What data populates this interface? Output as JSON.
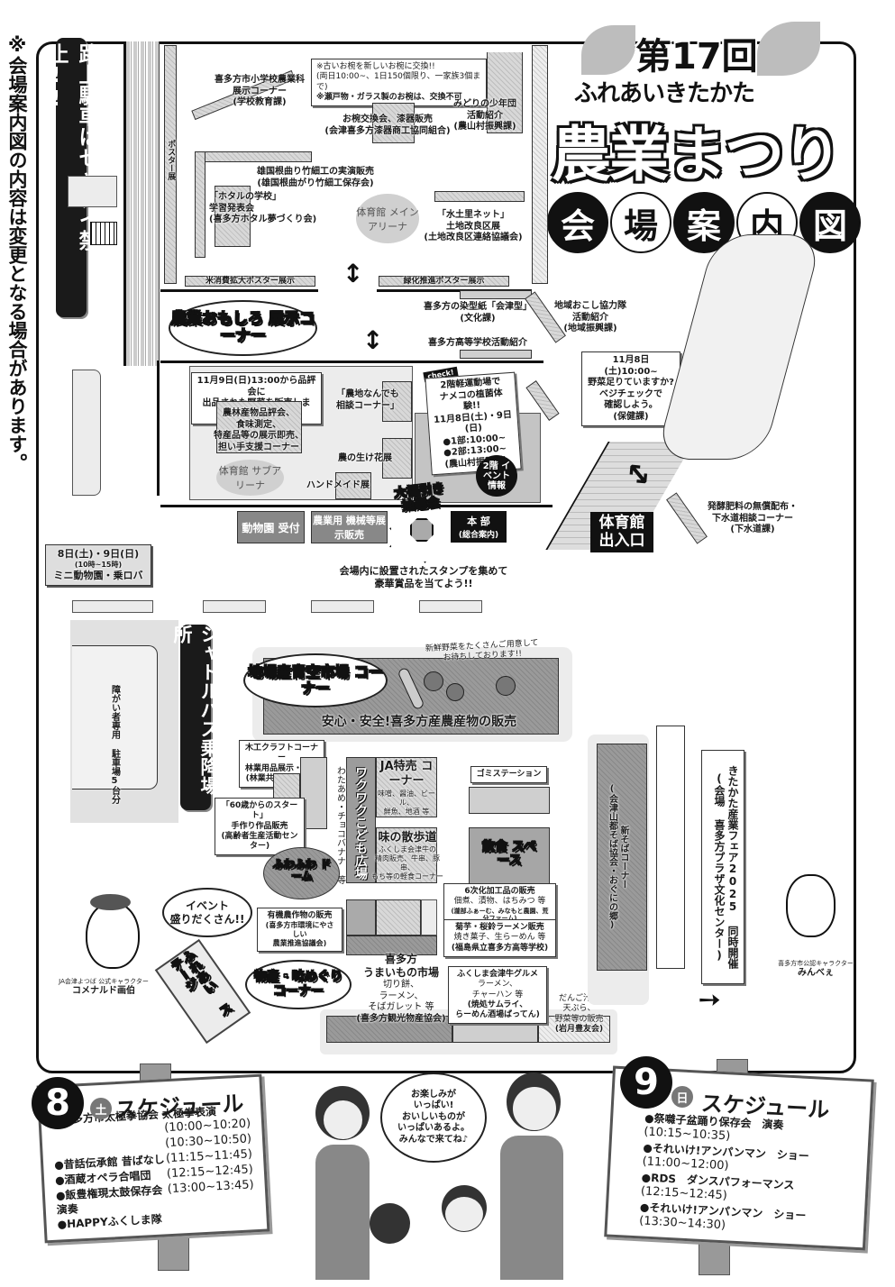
{
  "notice": "※会場案内図の内容は変更となる場合があります。",
  "no_parking": "路上駐車はゼッタイ禁止!!",
  "title": {
    "edition": "第17回",
    "subtitle": "ふれあいきたかた",
    "main": "農業まつり",
    "map_chars": [
      "会",
      "場",
      "案",
      "内",
      "図"
    ]
  },
  "main_arena": {
    "label": "体育館 メイン アリーナ",
    "poster_side": "ポスター展",
    "booths": [
      {
        "name": "school_agri",
        "lines": [
          "喜多方市小学校農業科",
          "展示コーナー",
          "(学校教育課)"
        ]
      },
      {
        "name": "bowl_exchange",
        "lines": [
          "お椀交換会、漆器販売",
          "(会津喜多方漆器商工協同組合)"
        ]
      },
      {
        "name": "midori",
        "lines": [
          "みどりの少年団",
          "活動紹介",
          "(農山村振興課)"
        ]
      },
      {
        "name": "bamboo",
        "lines": [
          "雄国根曲り竹細工の実演販売",
          "(雄国根曲がり竹細工保存会)"
        ]
      },
      {
        "name": "firefly",
        "lines": [
          "「ホタルの学校」",
          "学習発表会",
          "(喜多方ホタル夢づくり会)"
        ]
      },
      {
        "name": "water",
        "lines": [
          "「水土里ネット」",
          "土地改良区展",
          "(土地改良区連絡協議会)"
        ]
      }
    ],
    "bowl_note": [
      "※古いお椀を新しいお椀に交換!!",
      "(両日10:00~、1日150個限り、一家族3個まで)",
      "※瀬戸物・ガラス製のお椀は、交換不可"
    ],
    "rice_poster": "米消費拡大ポスター展示",
    "green_poster": "緑化推進ポスター展示"
  },
  "corridor": {
    "title": "農業おもしろ 展示コーナー",
    "dye": [
      "喜多方の染型紙「会津型」",
      "(文化課)"
    ],
    "highschool": "喜多方高等学校活動紹介",
    "regional": [
      "地域おこし協力隊",
      "活動紹介",
      "(地域振興課)"
    ]
  },
  "sub_arena": {
    "label": "体育館 サブアリーナ",
    "note": [
      "11月9日(日)13:00から品評会に",
      "出品された野菜を販売します。"
    ],
    "produce": [
      "農林産物品評会、",
      "食味測定、",
      "特産品等の展示即売、",
      "担い手支援コーナー"
    ],
    "consult": [
      "「農地なんでも",
      "相談コーナー」"
    ],
    "ikebana": "農の生け花展",
    "handmade": "ハンドメイド展"
  },
  "check_box": {
    "badge": "check!",
    "lines": [
      "2階軽運動場で",
      "ナメコの植菌体験!!",
      "11月8日(土)・9日(日)",
      "●1部:10:00~",
      "●2部:13:00~",
      "(農山村振興課)"
    ]
  },
  "event_2f": "2階 イベント 情報",
  "vegi_check": [
    "11月8日(土)10:00~",
    "野菜足りていますか?",
    "ベジチェックで",
    "確認しよう。",
    "(保健課)"
  ],
  "entrance": "体育館 出入口",
  "fertilizer": [
    "発酵肥料の無償配布・",
    "下水道相談コーナー",
    "(下水道課)"
  ],
  "lottery": "大福引き 抽選会",
  "hq": [
    "本 部",
    "(総合案内)"
  ],
  "zoo_reception": "動物園 受付",
  "machinery": "農業用 機械等展示販売",
  "mini_zoo": [
    "8日(土)・9日(日)",
    "(10時~15時)",
    "ミニ動物園・乗ロバ"
  ],
  "stamp": [
    "会場内に設置されたスタンプを集めて",
    "豪華賞品を当てよう!!"
  ],
  "shuttle": "シャトルバス乗降場所",
  "handicap_parking": [
    "障がい者専用",
    "駐車場5台分"
  ],
  "market": {
    "title": "地場産青空市場 コーナー",
    "note": [
      "新鮮野菜をたくさんご用意して",
      "お待ちしております!!"
    ],
    "banner": "安心・安全!喜多方産農産物の販売"
  },
  "wood_craft": [
    "木工クラフトコーナー",
    "林業用品展示・販売",
    "(林業共同グループ)"
  ],
  "over60": [
    "「60歳からのスタート」",
    "手作り作品販売",
    "(高齢者生産活動センター)"
  ],
  "kids": {
    "title": "ワクワクこども広場",
    "sub": "わたあめ・チョコバナナ 等"
  },
  "ja": {
    "title": "JA特売 コーナー",
    "sub": [
      "味噌、醤油、ビール、",
      "鮮魚、地酒 等"
    ]
  },
  "flavor_walk": {
    "title": "味の散歩道",
    "sub": [
      "ふくしま会津牛の",
      "精肉販売、牛串、豚串、",
      "もち等の軽食コーナー"
    ]
  },
  "garbage": "ゴミステーション",
  "dining": "飲食 スペース",
  "fuwafuwa": "ふわふわ ドーム",
  "sixth": [
    "6次化加工品の販売",
    "佃煮、漬物、はちみつ 等",
    "(瀧部ふぁーむ、みなもと農園、荒分ファーム)"
  ],
  "ramen": [
    "菊芋・桜鈴ラーメン販売",
    "焼き菓子、生らーめん 等",
    "(福島県立喜多方高等学校)"
  ],
  "organic": [
    "有機農作物の販売",
    "(喜多方市環境にやさしい",
    "農業推進協議会)"
  ],
  "event_cloud": [
    "イベント",
    "盛りだくさん!!"
  ],
  "stage": "ふれあい ステージ",
  "local_products": "物産・味めぐり コーナー",
  "umaimono": {
    "title": [
      "喜多方",
      "うまいもの市場"
    ],
    "sub": [
      "切り餅、",
      "ラーメン、",
      "そばガレット 等",
      "(喜多方観光物産協会)"
    ]
  },
  "aizu_gourmet": [
    "ふくしま会津牛グルメ",
    "ラーメン、",
    "チャーハン 等",
    "(焼処サムライ、",
    "らーめん酒場ばってん)"
  ],
  "dango": [
    "だんご汁、",
    "天ぷら、",
    "野菜等の販売",
    "(岩月豊友会)"
  ],
  "soba": [
    "新そばコーナー",
    "(会津山都そば協会・おぐにの郷)"
  ],
  "fair": [
    "きたかた産業フェア2025 同時開催",
    "(会場 喜多方プラザ文化センター)"
  ],
  "mascots": {
    "komenard": {
      "caption": "JA会津よつば 公式キャラクター",
      "name": "コメナルド画伯"
    },
    "minbee": {
      "caption": "喜多方市公認キャラクター",
      "name": "みんべぇ"
    }
  },
  "family_speech": [
    "お楽しみが",
    "いっぱい!",
    "おいしいものが",
    "いっぱいあるよ。",
    "みんなで来てね♪"
  ],
  "schedule_8": {
    "day": "8",
    "weekday": "土",
    "title": "スケジュール",
    "items": [
      {
        "name": "●喜多方市太極拳協会 太極拳表演",
        "time": "(10:00~10:20)"
      },
      {
        "name": "",
        "time": "(10:30~10:50)"
      },
      {
        "name": "●昔話伝承館 昔ばなし",
        "time": "(11:15~11:45)"
      },
      {
        "name": "●酒蔵オペラ合唱団",
        "time": "(12:15~12:45)"
      },
      {
        "name": "●飯豊権現太鼓保存会 演奏",
        "time": "(13:00~13:45)"
      },
      {
        "name": "●HAPPYふくしま隊",
        "time": ""
      }
    ]
  },
  "schedule_9": {
    "day": "9",
    "weekday": "日",
    "title": "スケジュール",
    "items": [
      {
        "name": "●祭囃子盆踊り保存会　演奏",
        "time": "(10:15~10:35)"
      },
      {
        "name": "●それいけ!アンパンマン　ショー",
        "time": "(11:00~12:00)"
      },
      {
        "name": "●RDS　ダンスパフォーマンス",
        "time": "(12:15~12:45)"
      },
      {
        "name": "●それいけ!アンパンマン　ショー",
        "time": "(13:30~14:30)"
      }
    ]
  }
}
